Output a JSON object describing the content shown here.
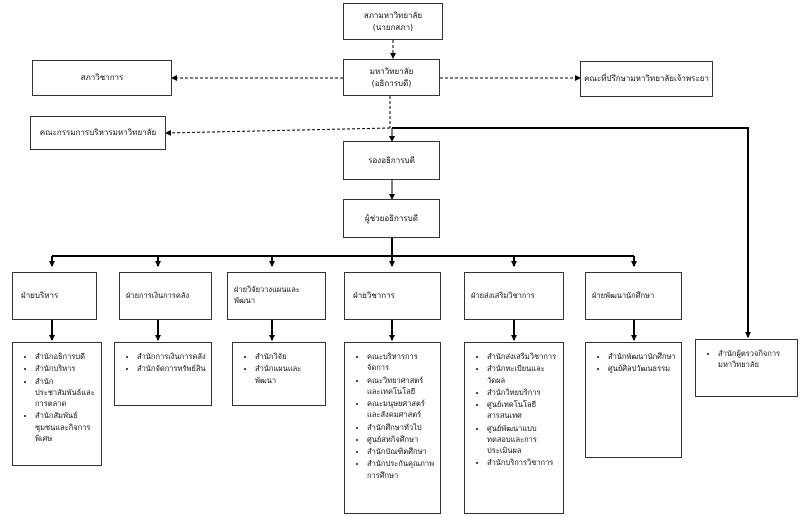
{
  "council": {
    "line1": "สภามหาวิทยาลัย",
    "line2": "(นายกสภา)"
  },
  "university": {
    "line1": "มหาวิทยาลัย",
    "line2": "(อธิการบดี)"
  },
  "academic_senate": "สภาวิชาการ",
  "advisory_committee": "คณะที่ปรึกษามหาวิทยาลัยเจ้าพระยา",
  "admin_committee": "คณะกรรมการบริหารมหาวิทยาลัย",
  "vice_president": "รองอธิการบดี",
  "assistant_president": "ผู้ช่วยอธิการบดี",
  "departments": [
    {
      "name": "ฝ่ายบริหาร",
      "units": [
        "สำนักอธิการบดี",
        "สำนักบริหาร",
        "สำนักประชาสัมพันธ์และการตลาด",
        "สำนักสัมพันธ์ชุมชนและกิจการพิเศษ"
      ]
    },
    {
      "name": "ฝ่ายการเงินการคลัง",
      "units": [
        "สำนักการเงินการคลัง",
        "สำนักจัดการทรัพย์สิน"
      ]
    },
    {
      "name": "ฝ่ายวิจัยวางแผนและพัฒนา",
      "units": [
        "สำนักวิจัย",
        "สำนักแผนและพัฒนา"
      ]
    },
    {
      "name": "ฝ่ายวิชาการ",
      "units": [
        "คณะบริหารการจัดการ",
        "คณะวิทยาศาสตร์และเทคโนโลยี",
        "คณะมนุษยศาสตร์และสังคมศาสตร์",
        "สำนักศึกษาทั่วไป",
        "ศูนย์สหกิจศึกษา",
        "สำนักบัณฑิตศึกษา",
        "สำนักประกันคุณภาพการศึกษา"
      ]
    },
    {
      "name": "ฝ่ายส่งเสริมวิชาการ",
      "units": [
        "สำนักส่งเสริมวิชาการ",
        "สำนักทะเบียนและวัดผล",
        "สำนักวิทยบริการ",
        "ศูนย์เทคโนโลยีสารสนเทศ",
        "ศูนย์พัฒนาแบบทดสอบและการประเมินผล",
        "สำนักบริการวิชาการ"
      ]
    },
    {
      "name": "ฝ่ายพัฒนานักศึกษา",
      "units": [
        "สำนักพัฒนานักศึกษา",
        "ศูนย์ศิลปวัฒนธรรม"
      ]
    }
  ],
  "audit_office": "สำนักผู้ตรวจกิจการมหาวิทยาลัย"
}
